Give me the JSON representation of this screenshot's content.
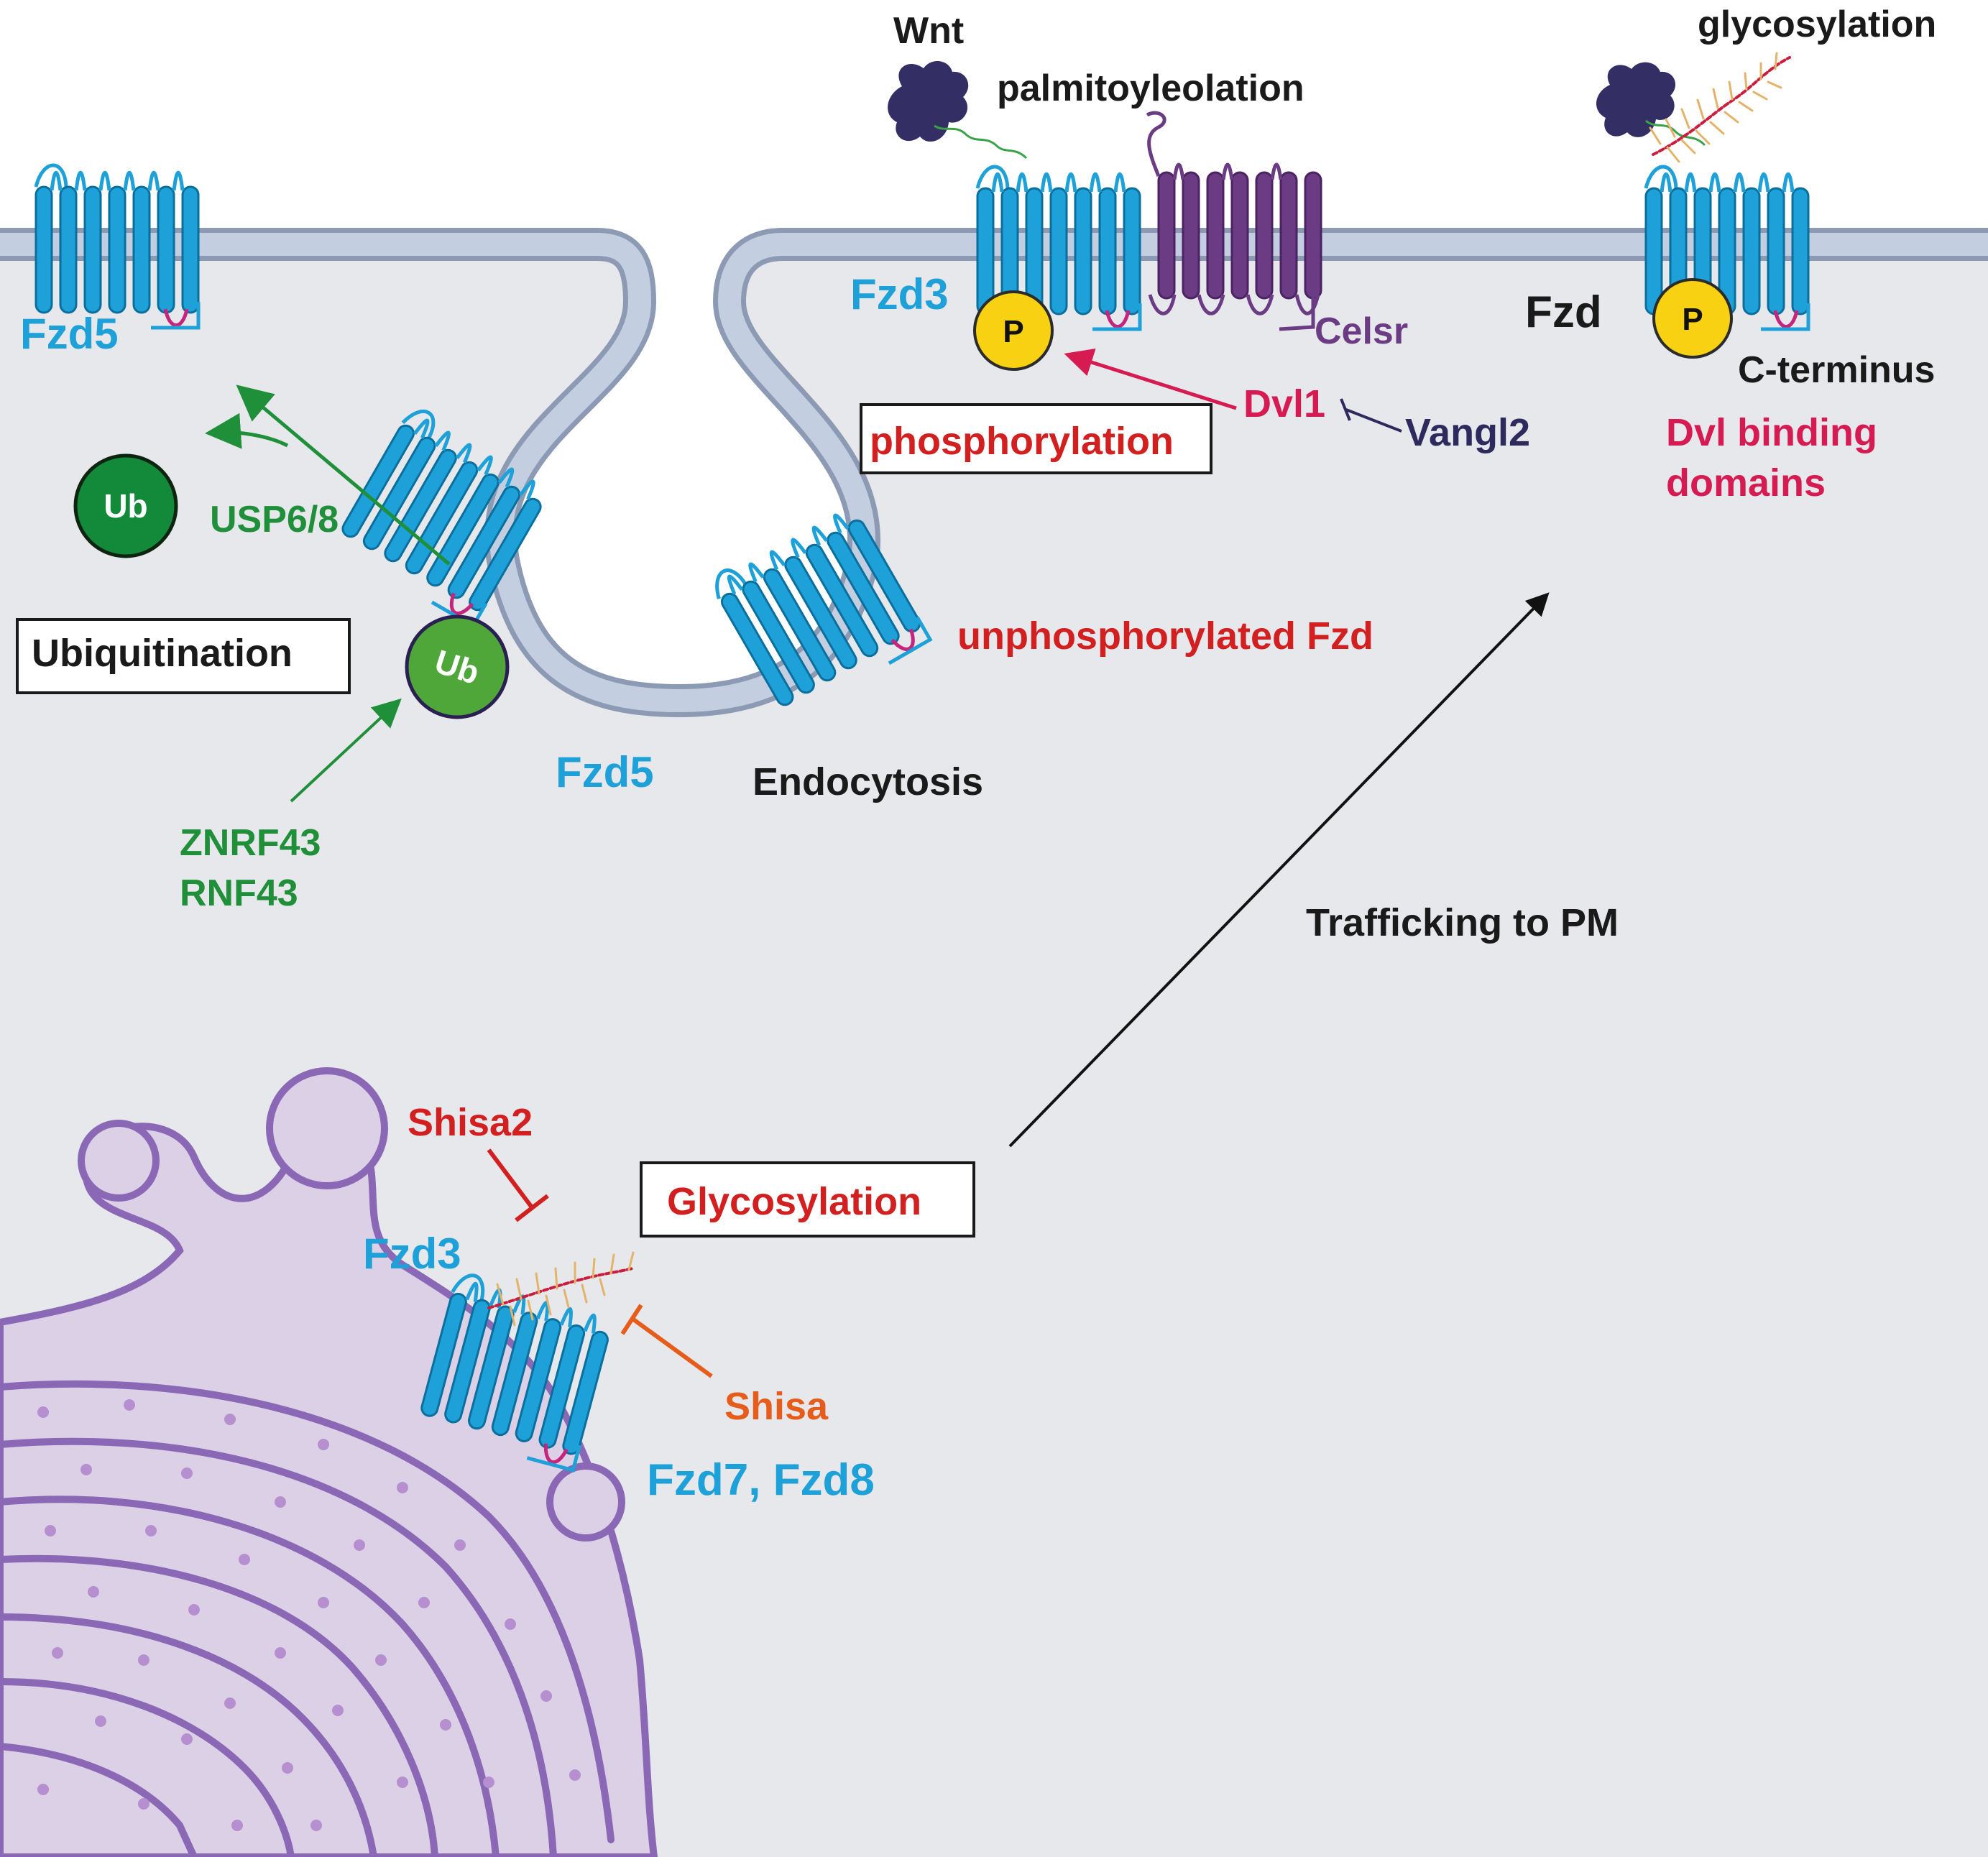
{
  "colors": {
    "cytoplasm": "#e7e8ec",
    "membrane_fill": "#c3cee1",
    "membrane_edge": "#8c9ab3",
    "receptor": "#1da1d8",
    "receptor_edge": "#0b6f9e",
    "celsr": "#6b3b84",
    "golgi_fill": "#dcd0e6",
    "golgi_edge": "#8a68b5",
    "ub_green": "#1f8f3a",
    "ub_dark": "#138a3a",
    "phospho_yellow": "#f8d112",
    "red_label": "#d21f1f",
    "crimson": "#d51b52",
    "orange": "#e65c1a",
    "navy": "#2f2a5e",
    "wnt": "#332f64",
    "pink_loop": "#c6257d"
  },
  "icons": [
    "ubiquitin-icon",
    "phosphate-icon",
    "wnt-ligand-icon",
    "glycan-chain-icon",
    "receptor-7tm-icon",
    "golgi-icon",
    "vesicle-icon"
  ],
  "labels": {
    "wnt": "Wnt",
    "palmitoylation": "palmitoyleolation",
    "glycosylation_top": "glycosylation",
    "fzd5_top": "Fzd5",
    "fzd3_top": "Fzd3",
    "fzd_right": "Fzd",
    "celsr": "Celsr",
    "c_terminus": "C-terminus",
    "dvl_binding_1": "Dvl binding",
    "dvl_binding_2": "domains",
    "dvl1": "Dvl1",
    "vangl2": "Vangl2",
    "phosphorylation": "phosphorylation",
    "usp": "USP6/8",
    "ubiquitination": "Ubiquitination",
    "ub": "Ub",
    "unphosphorylated": "unphosphorylated Fzd",
    "fzd5_endo": "Fzd5",
    "endocytosis": "Endocytosis",
    "znrf43": "ZNRF43",
    "rnf43": "RNF43",
    "trafficking": "Trafficking to PM",
    "shisa2": "Shisa2",
    "glycosylation_box": "Glycosylation",
    "fzd3_golgi": "Fzd3",
    "shisa": "Shisa",
    "fzd7_fzd8": "Fzd7, Fzd8",
    "p": "P"
  }
}
